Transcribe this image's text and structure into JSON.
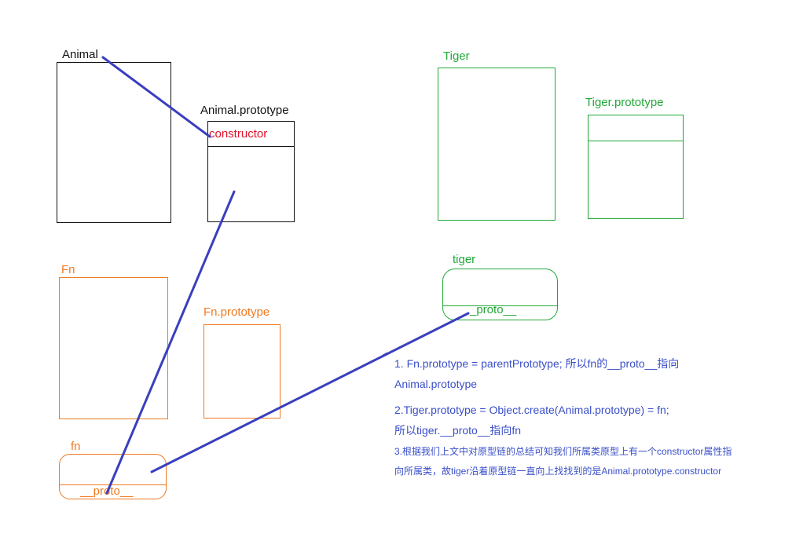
{
  "labels": {
    "animal": "Animal",
    "animal_prototype": "Animal.prototype",
    "constructor": "constructor",
    "tiger": "Tiger",
    "tiger_prototype": "Tiger.prototype",
    "tiger_instance": "tiger",
    "tiger_proto": "_proto__",
    "fn_constructor": "Fn",
    "fn_prototype": "Fn.prototype",
    "fn_instance": "fn",
    "fn_proto": "__proto__"
  },
  "notes": {
    "note1_line1": "1. Fn.prototype = parentPrototype; 所以fn的__proto__指向",
    "note1_line2": "Animal.prototype",
    "note2_line1": "2.Tiger.prototype = Object.create(Animal.prototype) = fn;",
    "note2_line2": "所以tiger.__proto__指向fn",
    "note3_line1": "3.根据我们上文中对原型链的总结可知我们所属类原型上有一个constructor属性指",
    "note3_line2": "向所属类，故tiger沿着原型链一直向上找找到的是Animal.prototype.constructor"
  },
  "colors": {
    "black": "#111111",
    "red": "#e0102a",
    "green": "#22a838",
    "orange": "#f07a20",
    "blue_arrow": "#3a3fbf",
    "blue_text": "#3a4fc8"
  }
}
